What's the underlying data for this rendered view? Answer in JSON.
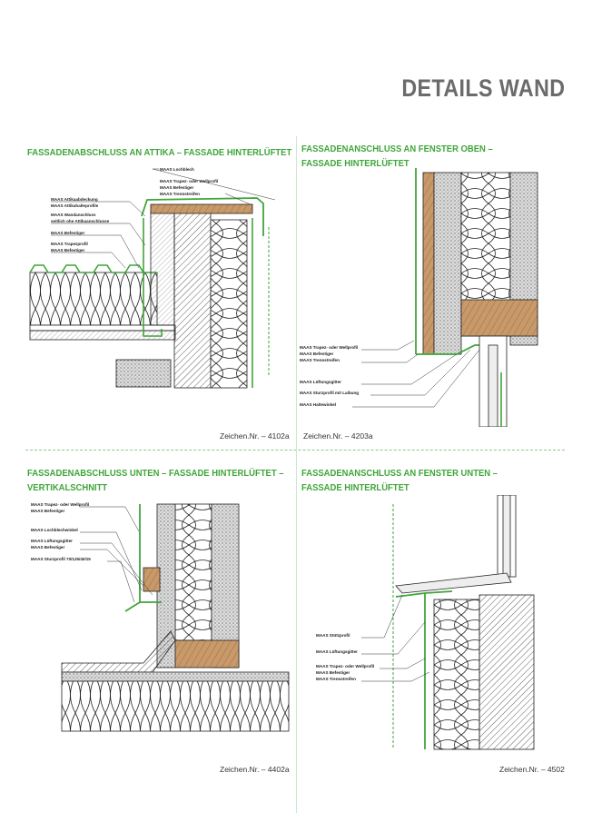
{
  "page": {
    "title": "DETAILS WAND"
  },
  "colors": {
    "accent_green": "#3fa53a",
    "title_gray": "#6b6b6b",
    "wood": "#c89a6a",
    "insulation": "#ffffff"
  },
  "panels": [
    {
      "title_line1": "FASSADENABSCHLUSS AN ATTIKA – FASSADE HINTERLÜFTET",
      "title_line2": "",
      "drawing_no": "Zeichen.Nr. – 4102a",
      "labels": [
        "MAAS Lochblech",
        "MAAS Trapez- oder Wellprofil",
        "MAAS Befestiger",
        "MAAS Trennstreifen",
        "MAAS Attikaabdeckung",
        "MAAS Attikahalteprofile",
        "MAAS Wandanschluss",
        "seitlich ohe Attikaanschlusse",
        "MAAS Befestiger",
        "MAAS Trapezprofil",
        "MAAS Befestiger"
      ]
    },
    {
      "title_line1": "FASSADENANSCHLUSS AN FENSTER OBEN –",
      "title_line2": "FASSADE HINTERLÜFTET",
      "drawing_no": "Zeichen.Nr. – 4203a",
      "labels": [
        "MAAS Trapez- oder Wellprofil",
        "MAAS Befestiger",
        "MAAS Trennstreifen",
        "MAAS Lüftungsgitter",
        "MAAS Sturzprofil mit Laibung",
        "MAAS Haltewinkel"
      ]
    },
    {
      "title_line1": "FASSADENABSCHLUSS UNTEN – FASSADE HINTERLÜFTET –",
      "title_line2": "VERTIKALSCHNITT",
      "drawing_no": "Zeichen.Nr. – 4402a",
      "labels": [
        "MAAS Trapez- oder Wellprofil",
        "MAAS Befestiger",
        "MAAS Lochblechwinkel",
        "MAAS Lüftungsgitter",
        "MAAS Befestiger",
        "MAAS Sturzprofil 70/125/40/15"
      ]
    },
    {
      "title_line1": "FASSADENANSCHLUSS AN FENSTER UNTEN –",
      "title_line2": "FASSADE HINTERLÜFTET",
      "drawing_no": "Zeichen.Nr. – 4502",
      "labels": [
        "MAAS Stützprofil",
        "MAAS Lüftungsgitter",
        "MAAS Trapez- oder Wellprofil",
        "MAAS Befestiger",
        "MAAS Trennstreifen"
      ]
    }
  ]
}
